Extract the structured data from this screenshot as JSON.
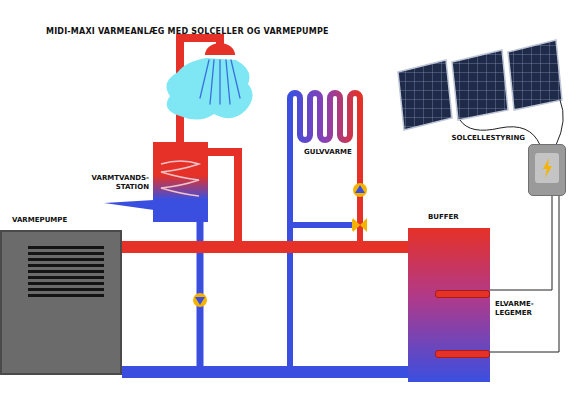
{
  "diagram": {
    "title": "MIDI-MAXI VARMEANLÆG MED SOLCELLER OG VARMEPUMPE",
    "nodes": [
      {
        "text": [
          "VARMEPUMPE"
        ]
      },
      {
        "text": [
          "VARMTVANDS- STATION"
        ]
      },
      {
        "text": [
          "GULVVARME"
        ]
      },
      {
        "text": [
          "BUFFER"
        ]
      },
      {
        "text": [
          "SOLCELLESTYRING"
        ]
      }
    ],
    "edges": [
      {
        "from": 0,
        "to": 3,
        "arrow": "none"
      },
      {
        "from": 3,
        "to": 0,
        "arrow": "none"
      },
      {
        "from": 4,
        "to": 3,
        "arrow": "none"
      }
    ],
    "labels": [
      "ELVARME- LEGEMER"
    ]
  }
}
